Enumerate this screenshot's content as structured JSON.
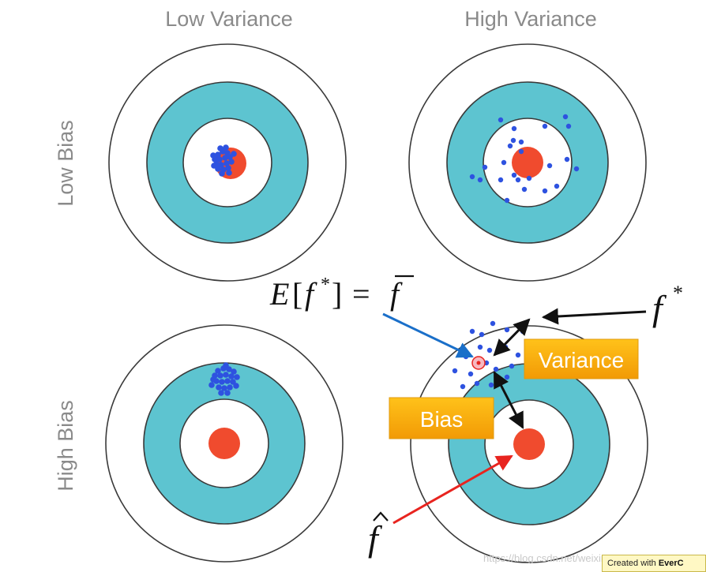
{
  "headers": {
    "low_variance": "Low Variance",
    "high_variance": "High Variance",
    "low_bias": "Low Bias",
    "high_bias": "High Bias"
  },
  "labels": {
    "expectation": "E[f*] = f̄",
    "expectation_lhs": "E",
    "expectation_f": "f",
    "expectation_star": "*",
    "expectation_rhs": "f",
    "f_star": "f",
    "f_star_sup": "*",
    "f_hat": "f",
    "variance": "Variance",
    "bias": "Bias"
  },
  "watermark": "https://blog.csdn.net/weixin_...",
  "credit": {
    "prefix": "Created with",
    "brand": "EverC"
  },
  "colors": {
    "ring_outer": "#ffffff",
    "ring_stroke": "#3a3a3a",
    "ring_teal": "#5dc4d0",
    "bullseye": "#f04b2e",
    "dots": "#2e52e0",
    "callout_fill": "#f5a70a",
    "arrow_blue": "#1a6fc9",
    "arrow_red": "#e8241f",
    "arrow_black": "#111111",
    "header_gray": "#8a8a8a"
  },
  "icons": {
    "target": "bullseye-target-icon"
  }
}
